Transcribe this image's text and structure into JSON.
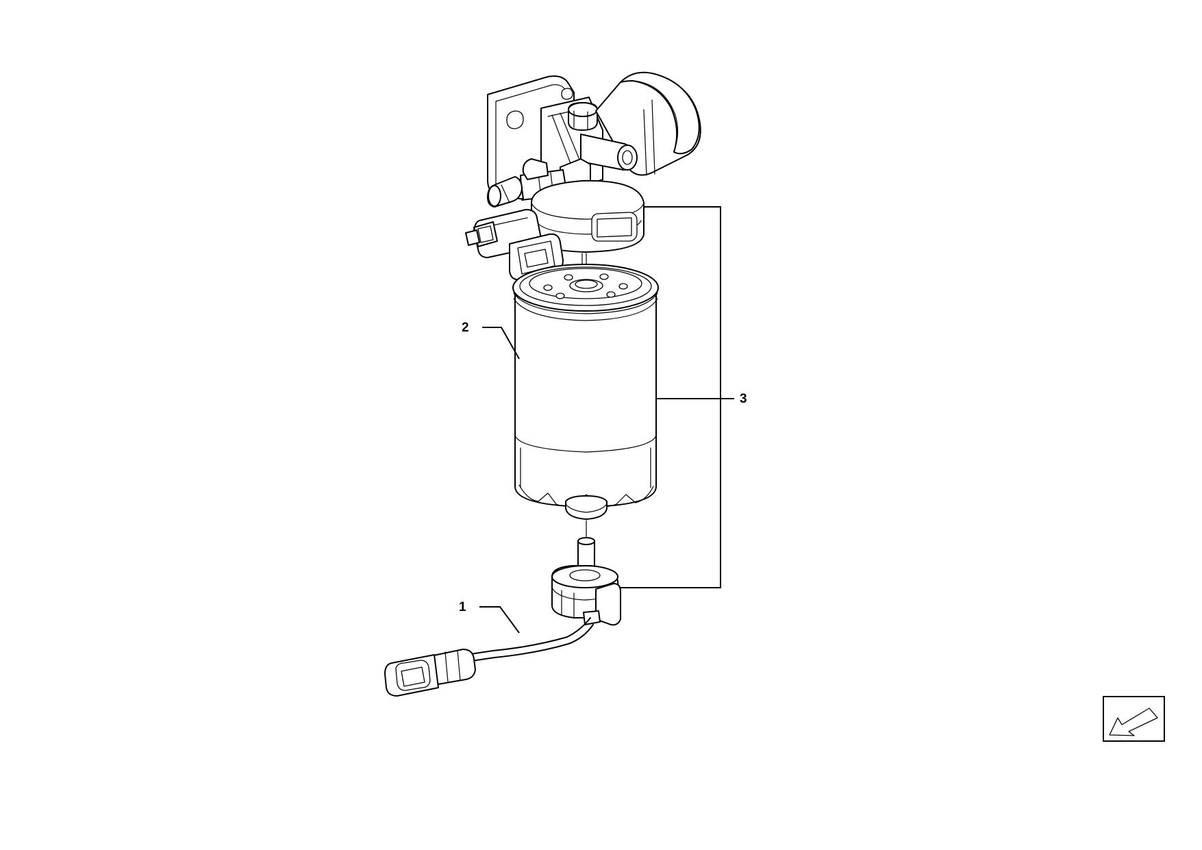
{
  "diagram": {
    "callouts": [
      {
        "id": "1",
        "label": "1"
      },
      {
        "id": "2",
        "label": "2"
      },
      {
        "id": "3",
        "label": "3"
      }
    ],
    "nav_icon": "arrow-down-left-icon",
    "colors": {
      "line": "#000000",
      "background": "#ffffff"
    }
  }
}
